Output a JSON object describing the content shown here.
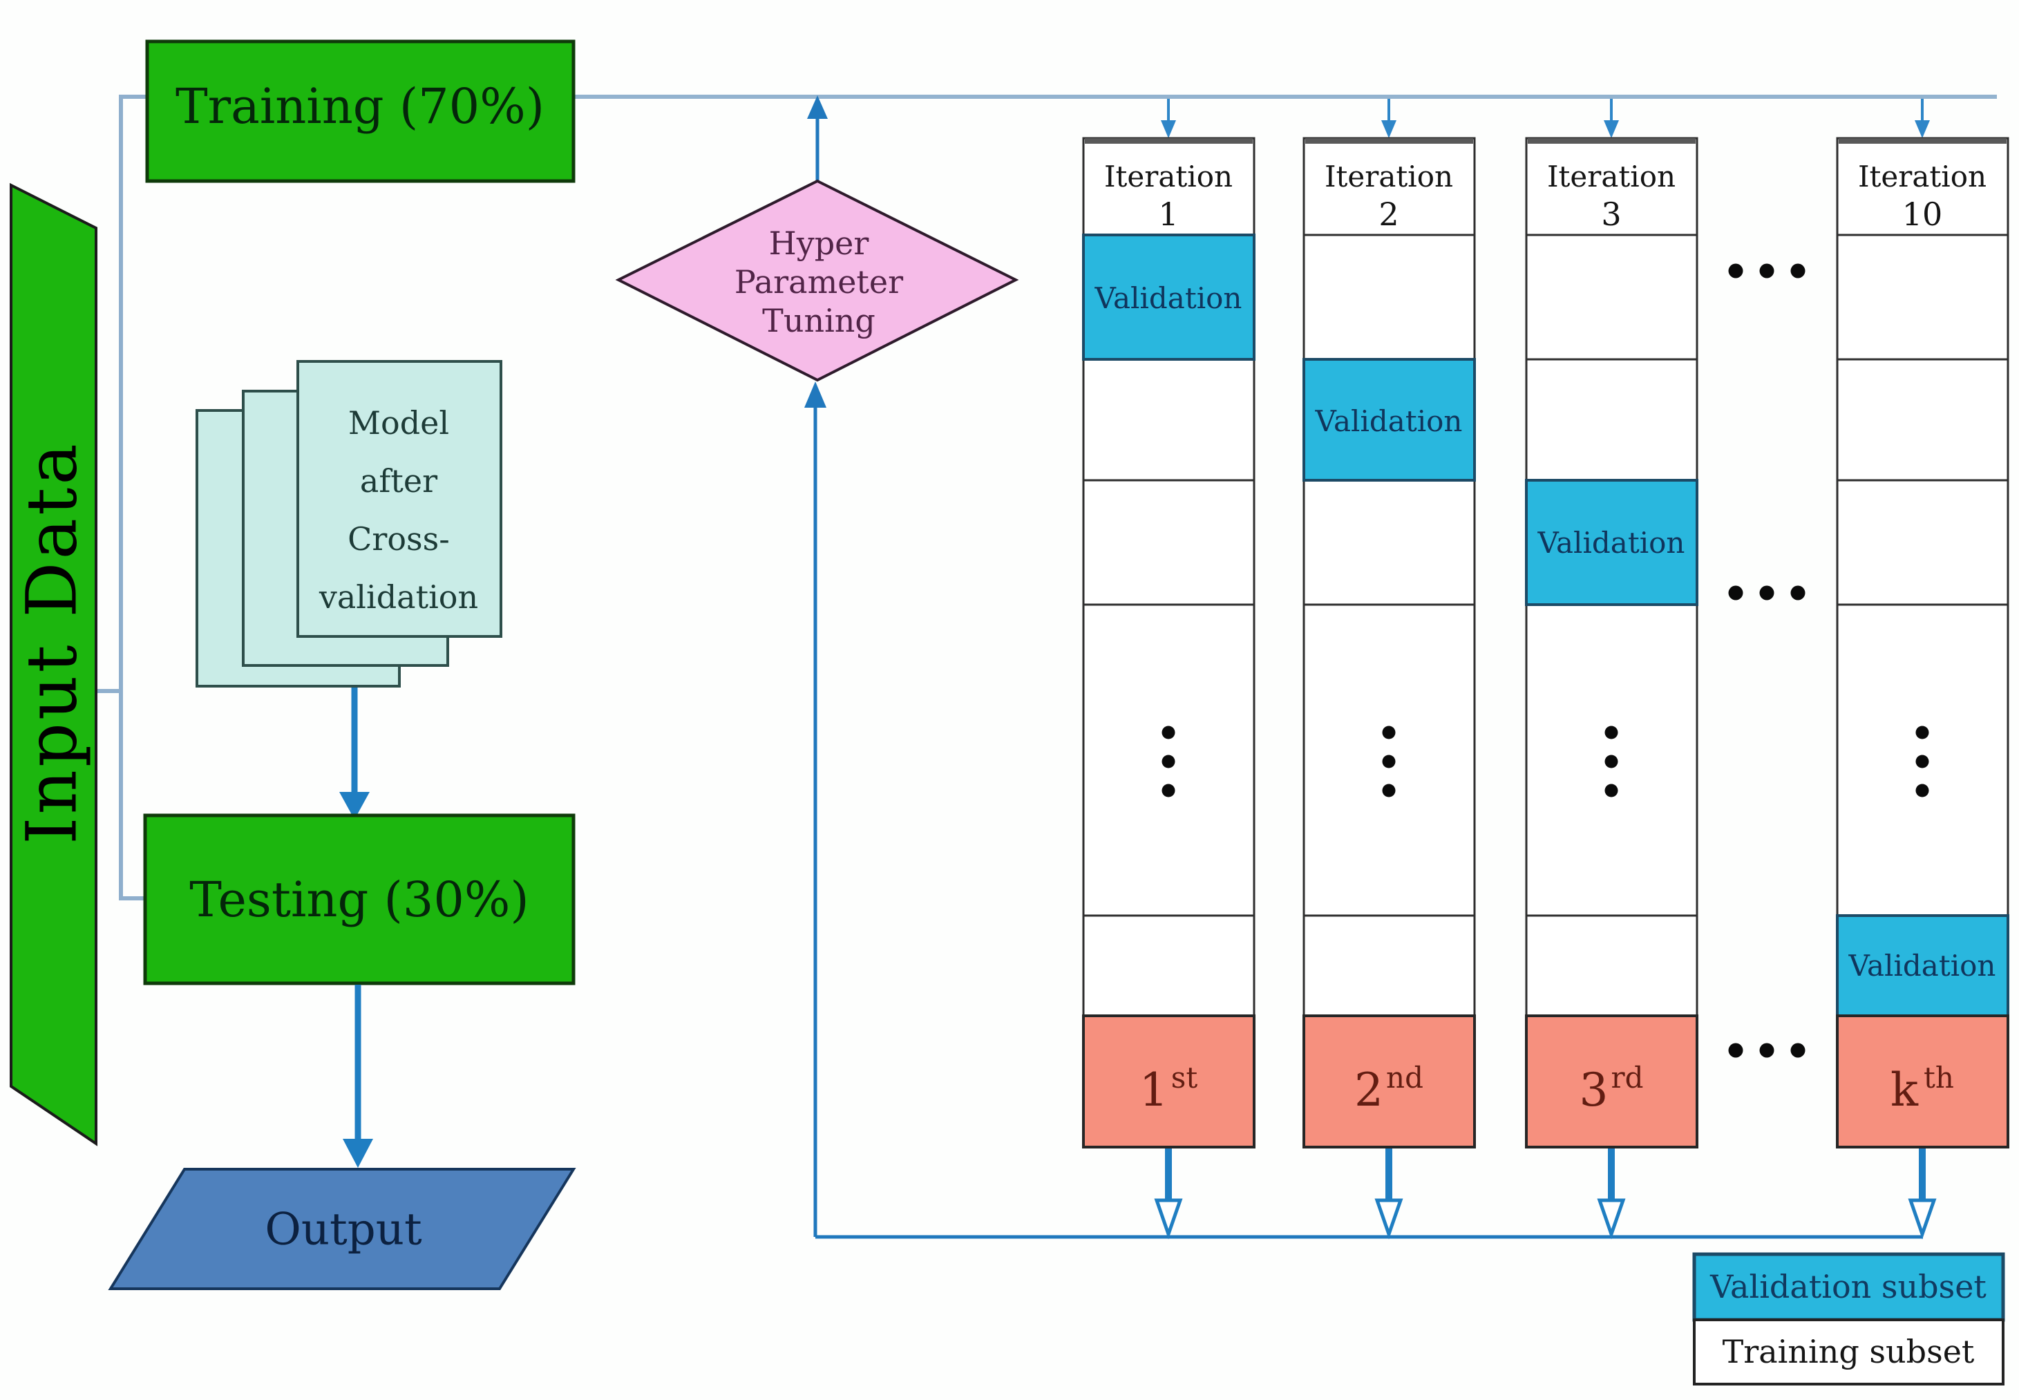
{
  "diagram": {
    "input_label": "Input Data",
    "training_label": "Training (70%)",
    "model_lines": [
      "Model",
      "after",
      "Cross-",
      "validation"
    ],
    "testing_label": "Testing (30%)",
    "output_label": "Output",
    "tuning_lines": [
      "Hyper",
      "Parameter",
      "Tuning"
    ]
  },
  "kfold": {
    "validation_label": "Validation",
    "columns": [
      {
        "header_top": "Iteration",
        "header_num": "1",
        "fold_base": "1",
        "fold_sup": "st",
        "validation_row_index": 1
      },
      {
        "header_top": "Iteration",
        "header_num": "2",
        "fold_base": "2",
        "fold_sup": "nd",
        "validation_row_index": 2
      },
      {
        "header_top": "Iteration",
        "header_num": "3",
        "fold_base": "3",
        "fold_sup": "rd",
        "validation_row_index": 3
      },
      {
        "header_top": "Iteration",
        "header_num": "10",
        "fold_base": "k",
        "fold_sup": "th",
        "validation_row_index": 5
      }
    ],
    "ellipsis_between_columns": "...",
    "ellipsis_within_column": "..."
  },
  "legend": {
    "validation_label": "Validation subset",
    "training_label": "Training subset"
  },
  "colors": {
    "box_green": "#1cb60e",
    "validation_blue": "#29b7de",
    "fold_salmon": "#f6907e",
    "diamond_pink": "#f6bce8",
    "document_cyan": "#c9ece7",
    "output_blue": "#4f81bd",
    "arrow_blue": "#1f7ec2",
    "connector_blue": "#93b3cf",
    "loop_blue": "#2078bd"
  }
}
